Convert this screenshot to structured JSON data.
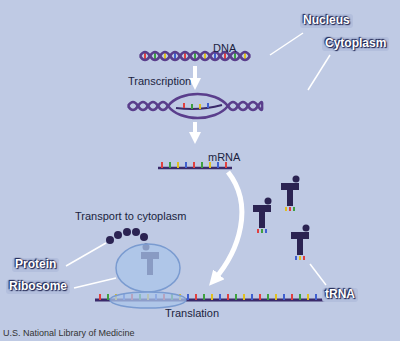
{
  "diagram": {
    "nodes": [
      {
        "text": [
          "Transport to cytoplasm",
          "Translation"
        ]
      },
      {
        "text": [
          "DNA",
          "Transcription",
          "mRNA"
        ],
        "in": 0
      }
    ],
    "labels": [
      "Nucleus",
      "Cytoplasm",
      "Protein",
      "Ribosome",
      "tRNA",
      "U.S. National Library of Medicine"
    ]
  }
}
